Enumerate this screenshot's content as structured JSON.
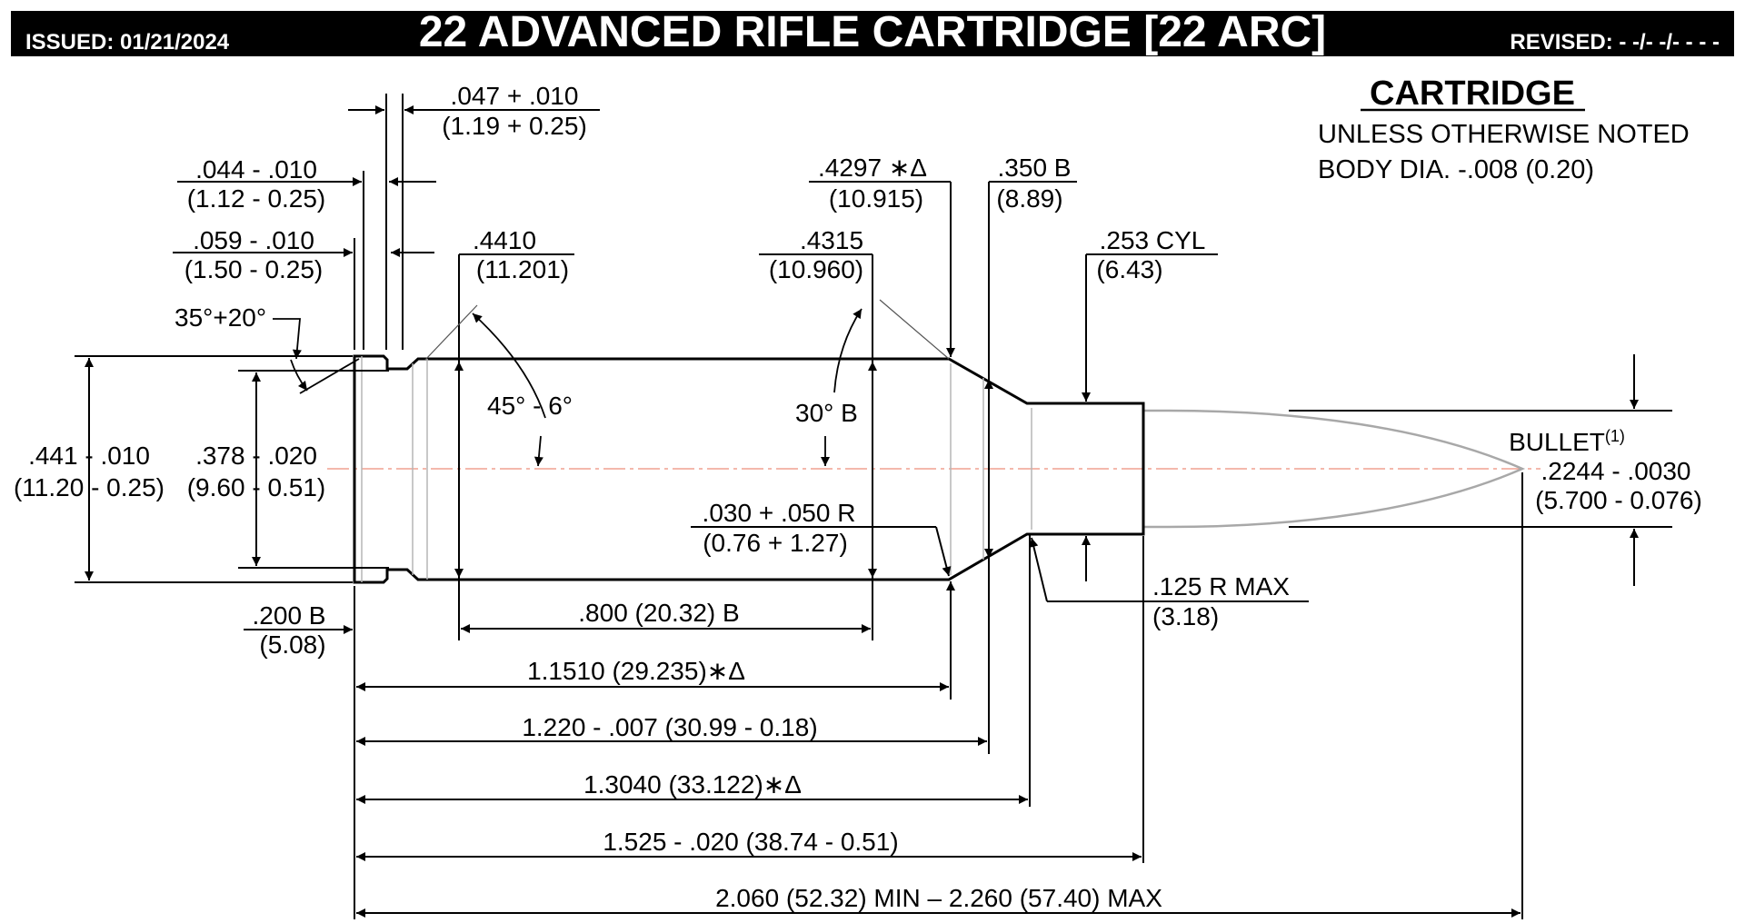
{
  "header": {
    "issued": "ISSUED:  01/21/2024",
    "title": "22 ADVANCED RIFLE CARTRIDGE [22 ARC]",
    "revised": "REVISED:  - -/- -/- - - -"
  },
  "notes": {
    "heading": "CARTRIDGE",
    "line1": "UNLESS OTHERWISE NOTED",
    "line2": "BODY DIA. -.008 (0.20)"
  },
  "dimensions": {
    "rim_thickness": {
      "inch": ".047 + .010",
      "mm": "(1.19 + 0.25)"
    },
    "extractor_groove": {
      "inch": ".044 - .010",
      "mm": "(1.12 - 0.25)"
    },
    "groove_depth": {
      "inch": ".059 - .010",
      "mm": "(1.50 - 0.25)"
    },
    "bevel_angle": "35°+20°",
    "base_diameter": {
      "inch": ".4410",
      "mm": "(11.201)"
    },
    "groove_angle": "45° - 6°",
    "rim_diameter": {
      "inch": ".441 - .010",
      "mm": "(11.20 - 0.25)"
    },
    "groove_diameter": {
      "inch": ".378 - .020",
      "mm": "(9.60 - 0.51)"
    },
    "shoulder_diameter_datum": {
      "inch": ".4297 ∗Δ",
      "mm": "(10.915)"
    },
    "shoulder_basic_diameter": {
      "inch": ".350 B",
      "mm": "(8.89)"
    },
    "body_diameter": {
      "inch": ".4315",
      "mm": "(10.960)"
    },
    "neck_diameter": {
      "inch": ".253 CYL",
      "mm": "(6.43)"
    },
    "shoulder_angle": "30° B",
    "shoulder_radius": {
      "inch": ".030 + .050 R",
      "mm": "(0.76 + 1.27)"
    },
    "neck_radius": {
      "inch": ".125 R MAX",
      "mm": "(3.18)"
    },
    "base_basic": {
      "inch": ".200 B",
      "mm": "(5.08)"
    },
    "body_length": ".800 (20.32) B",
    "shoulder_datum_length": "1.1510 (29.235)∗Δ",
    "basic_length": "1.220 - .007 (30.99 - 0.18)",
    "neck_start_length": "1.3040 (33.122)∗Δ",
    "case_length": "1.525 - .020 (38.74 - 0.51)",
    "overall_length": "2.060 (52.32) MIN – 2.260 (57.40) MAX",
    "bullet": {
      "label": "BULLET",
      "sup": "(1)",
      "inch": ".2244 - .0030",
      "mm": "(5.700 - 0.076)"
    }
  }
}
